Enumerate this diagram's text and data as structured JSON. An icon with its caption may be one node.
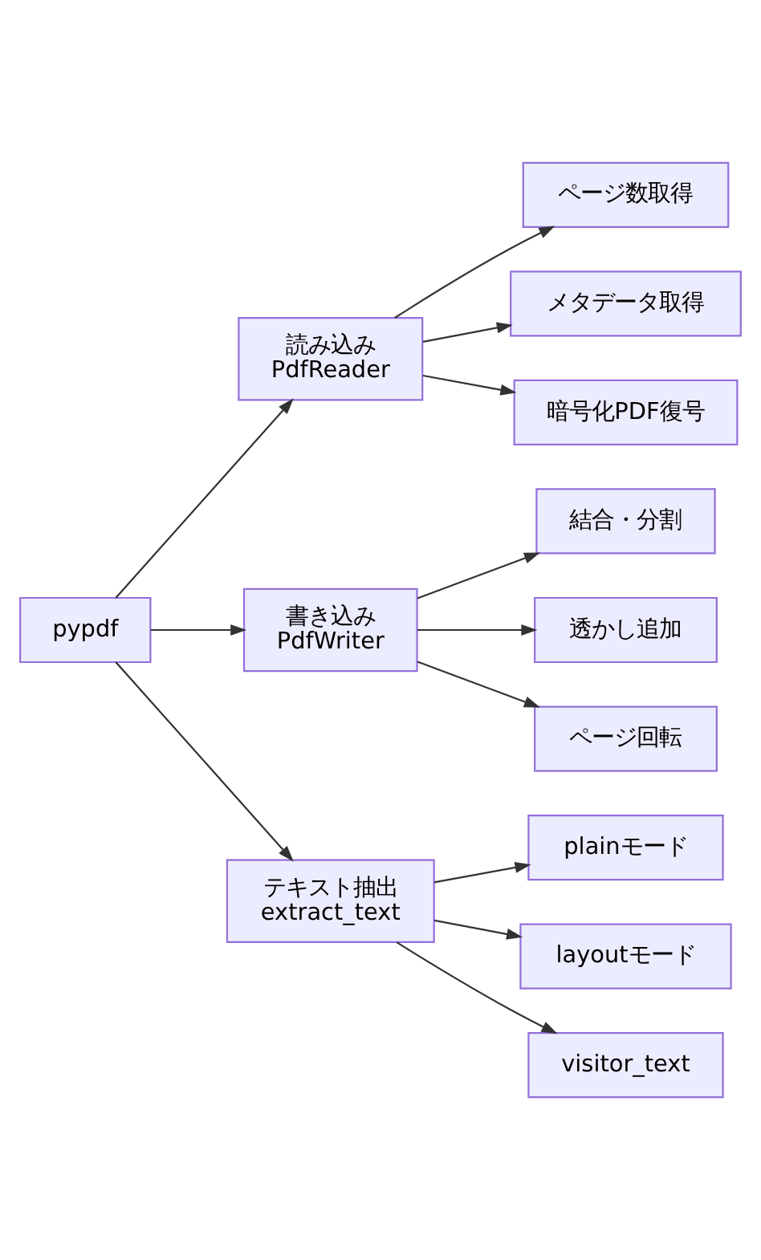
{
  "diagram": {
    "nodes": [
      {
        "text": [
          "pypdf"
        ]
      },
      {
        "text": [
          "読み込み",
          "PdfReader"
        ]
      },
      {
        "text": [
          "ページ数取得"
        ]
      },
      {
        "text": [
          "メタデータ取得"
        ]
      },
      {
        "text": [
          "暗号化PDF復号"
        ]
      },
      {
        "text": [
          "書き込み",
          "PdfWriter"
        ]
      },
      {
        "text": [
          "結合・分割"
        ]
      },
      {
        "text": [
          "透かし追加"
        ]
      },
      {
        "text": [
          "ページ回転"
        ]
      },
      {
        "text": [
          "テキスト抽出",
          "extract_text"
        ]
      },
      {
        "text": [
          "plainモード"
        ]
      },
      {
        "text": [
          "layoutモード"
        ]
      },
      {
        "text": [
          "visitor_text"
        ]
      }
    ],
    "edges": [
      {
        "from": 0,
        "to": 1,
        "arrow": "to"
      },
      {
        "from": 0,
        "to": 5,
        "arrow": "to"
      },
      {
        "from": 0,
        "to": 9,
        "arrow": "to"
      },
      {
        "from": 1,
        "to": 2,
        "arrow": "to"
      },
      {
        "from": 1,
        "to": 3,
        "arrow": "to"
      },
      {
        "from": 1,
        "to": 4,
        "arrow": "to"
      },
      {
        "from": 5,
        "to": 6,
        "arrow": "to"
      },
      {
        "from": 5,
        "to": 7,
        "arrow": "to"
      },
      {
        "from": 5,
        "to": 8,
        "arrow": "to"
      },
      {
        "from": 9,
        "to": 10,
        "arrow": "to"
      },
      {
        "from": 9,
        "to": 11,
        "arrow": "to"
      },
      {
        "from": 9,
        "to": 12,
        "arrow": "to"
      }
    ]
  }
}
